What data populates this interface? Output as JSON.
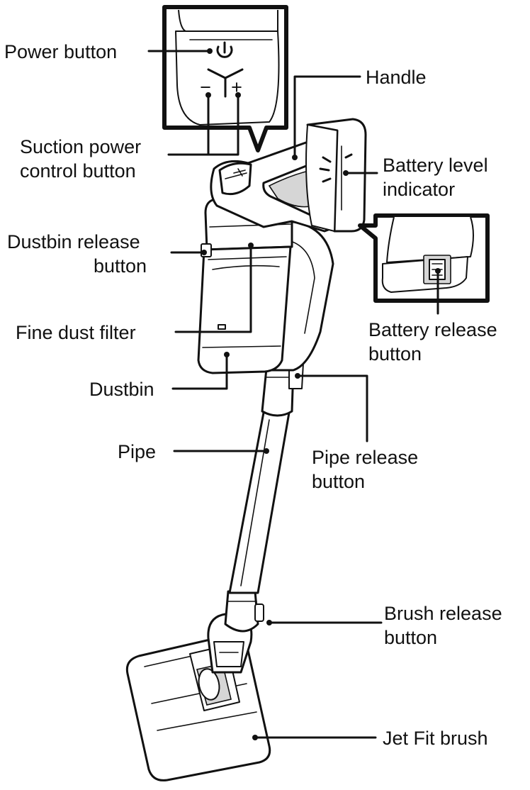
{
  "labels": {
    "power_button": "Power button",
    "handle": "Handle",
    "suction_line1": "Suction power",
    "suction_line2": "control button",
    "battery_level_line1": "Battery level",
    "battery_level_line2": "indicator",
    "dustbin_release_line1": "Dustbin release",
    "dustbin_release_line2": "button",
    "fine_dust_filter": "Fine dust filter",
    "battery_release_line1": "Battery release",
    "battery_release_line2": "button",
    "dustbin": "Dustbin",
    "pipe": "Pipe",
    "pipe_release_line1": "Pipe release",
    "pipe_release_line2": "button",
    "brush_release_line1": "Brush release",
    "brush_release_line2": "button",
    "jet_fit_brush": "Jet Fit brush"
  },
  "control_panel": {
    "minus_sign": "−",
    "plus_sign": "+"
  },
  "icons": {
    "power": "power-icon"
  },
  "colors": {
    "ink": "#111111",
    "background": "#ffffff",
    "shade": "#d6d6d6"
  }
}
